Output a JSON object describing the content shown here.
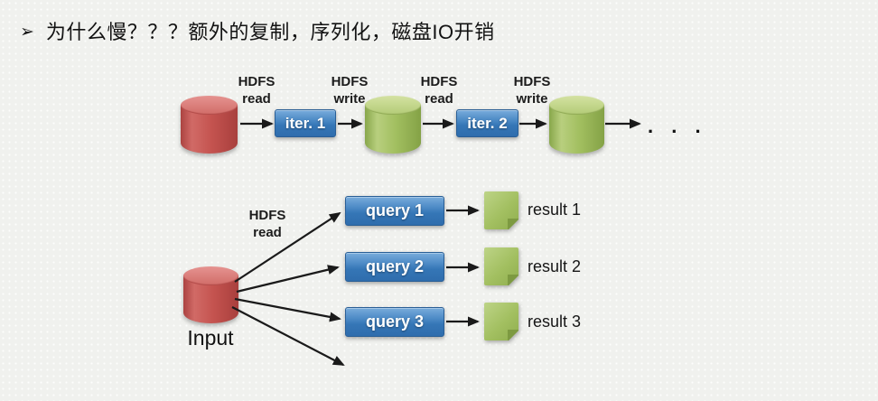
{
  "title": {
    "bullet": "➢",
    "text": "为什么慢？？？额外的复制，序列化，磁盘IO开销"
  },
  "iteration_flow": {
    "edge_labels": [
      "HDFS\nread",
      "HDFS\nwrite",
      "HDFS\nread",
      "HDFS\nwrite"
    ],
    "iter1_label": "iter. 1",
    "iter2_label": "iter. 2",
    "ellipsis": ". . ."
  },
  "query_flow": {
    "read_label": "HDFS\nread",
    "input_label": "Input",
    "queries": [
      "query 1",
      "query 2",
      "query 3"
    ],
    "results": [
      "result 1",
      "result 2",
      "result 3"
    ]
  },
  "colors": {
    "background": "#f0f1ee",
    "red_cylinder": "#c0504d",
    "green_shape": "#9bbb59",
    "blue_box": "#3d7ebf",
    "arrow": "#1a1a1a",
    "box_text": "#ffffff",
    "title_text": "#121212"
  }
}
